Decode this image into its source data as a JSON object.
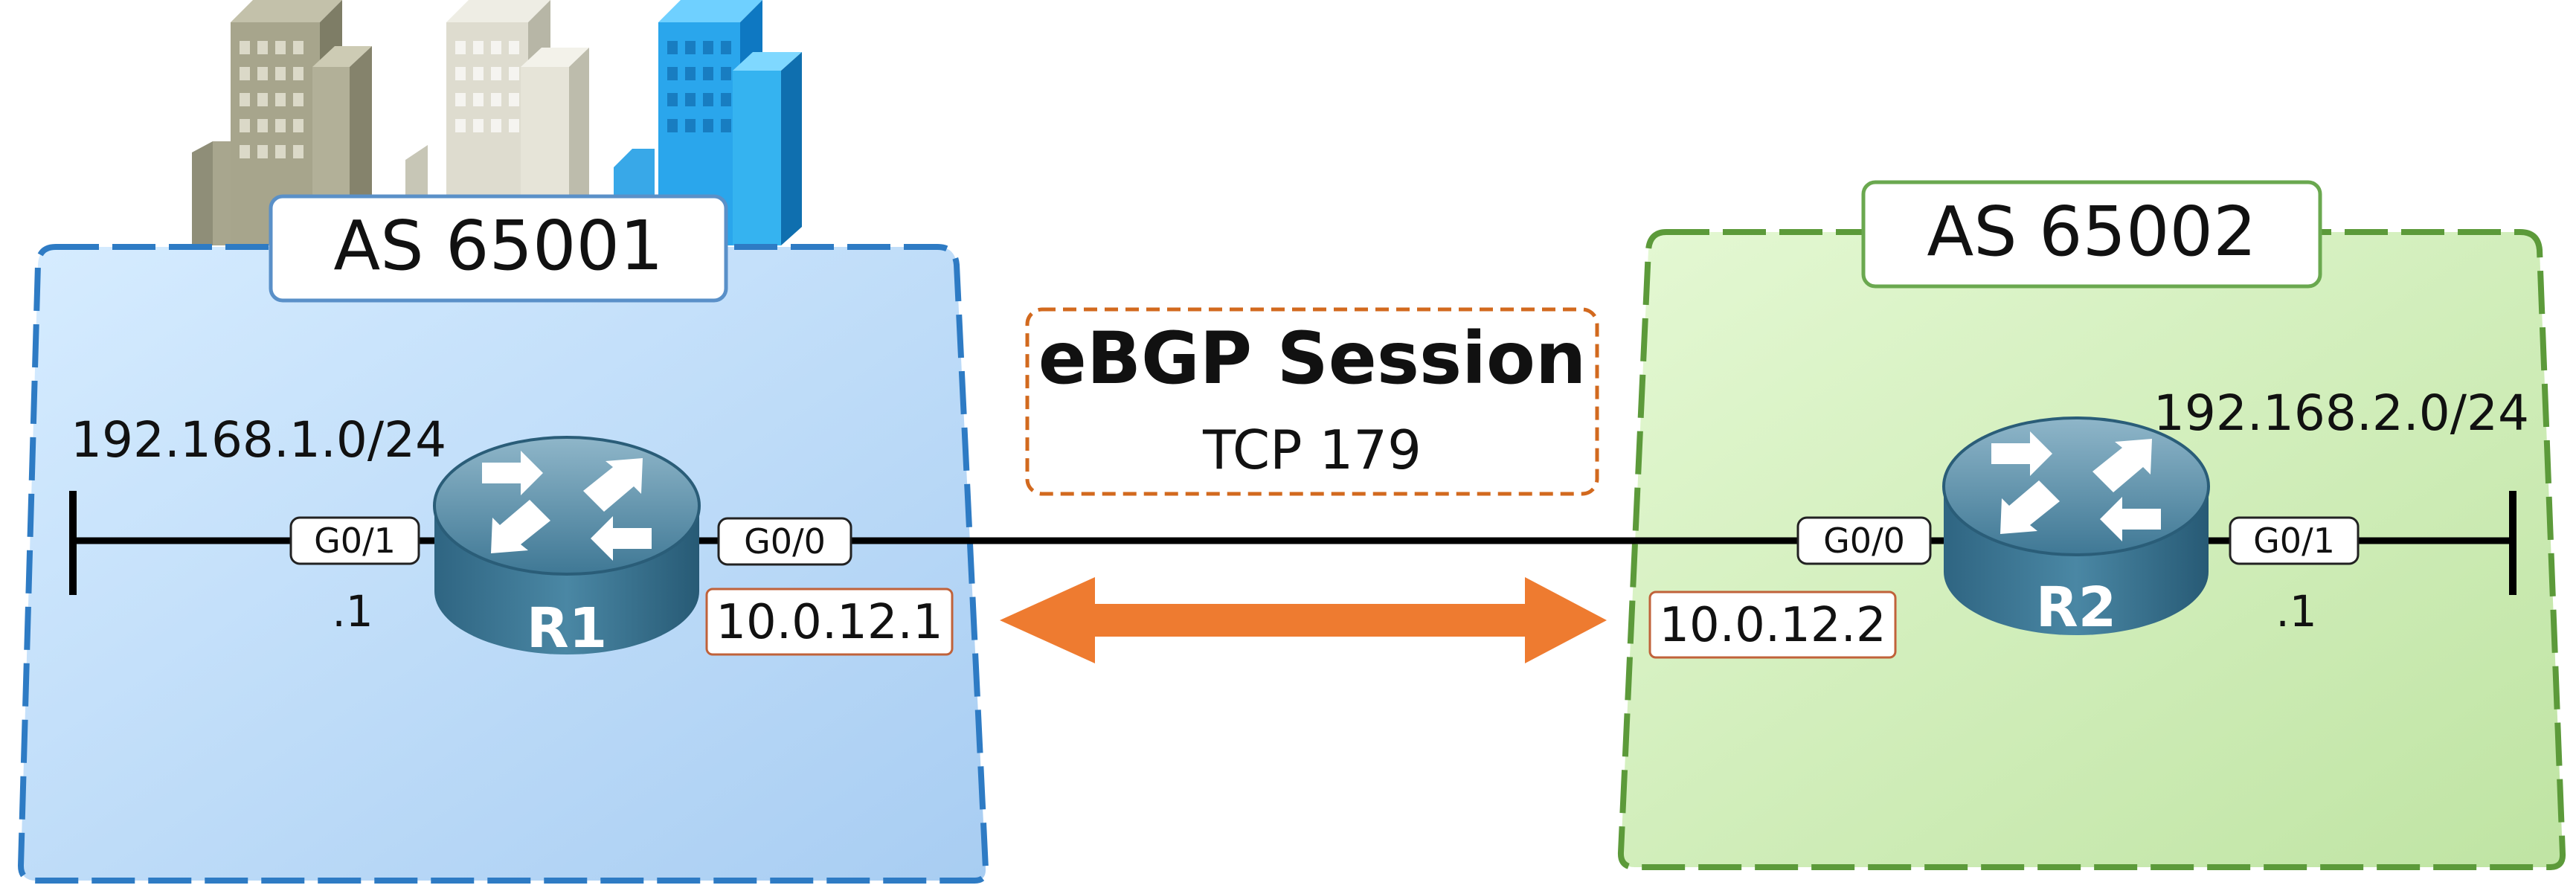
{
  "left_as": {
    "title": "AS 65001",
    "network": "192.168.1.0/24",
    "router": {
      "name": "R1",
      "lan_interface": "G0/1",
      "lan_host": ".1",
      "wan_interface": "G0/0",
      "wan_ip": "10.0.12.1"
    },
    "colors": {
      "fill": "#b7d8f6",
      "border": "#2e7bc4"
    }
  },
  "right_as": {
    "title": "AS 65002",
    "network": "192.168.2.0/24",
    "router": {
      "name": "R2",
      "lan_interface": "G0/1",
      "lan_host": ".1",
      "wan_interface": "G0/0",
      "wan_ip": "10.0.12.2"
    },
    "colors": {
      "fill": "#cfeeb7",
      "border": "#5c9a3a"
    }
  },
  "session": {
    "title": "eBGP Session",
    "transport": "TCP 179",
    "colors": {
      "border": "#d2691e",
      "arrow": "#ee7b30"
    }
  },
  "icons": [
    "buildings-icon",
    "router-icon",
    "bidirectional-arrow-icon"
  ]
}
